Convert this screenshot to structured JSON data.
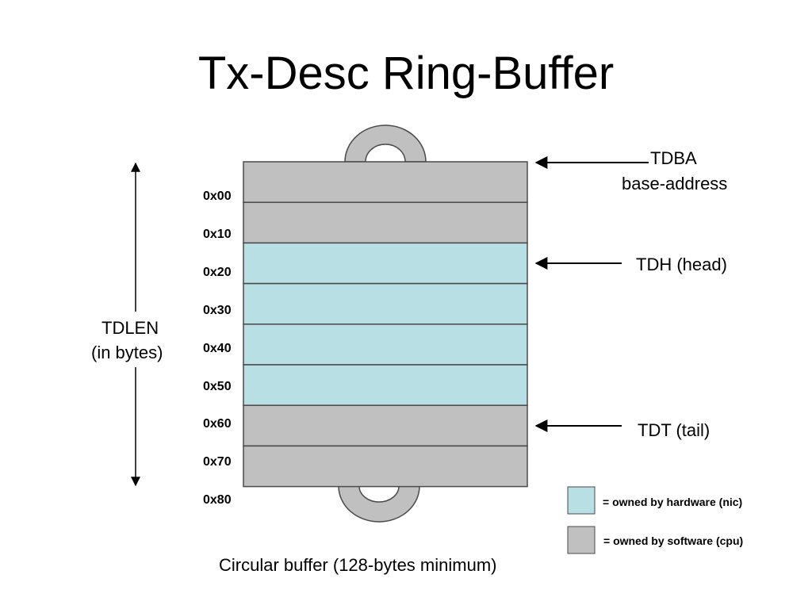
{
  "title": "Tx-Desc Ring-Buffer",
  "addresses": [
    "0x00",
    "0x10",
    "0x20",
    "0x30",
    "0x40",
    "0x50",
    "0x60",
    "0x70",
    "0x80"
  ],
  "descriptors": [
    {
      "owner": "software"
    },
    {
      "owner": "software"
    },
    {
      "owner": "hardware"
    },
    {
      "owner": "hardware"
    },
    {
      "owner": "hardware"
    },
    {
      "owner": "hardware"
    },
    {
      "owner": "software"
    },
    {
      "owner": "software"
    }
  ],
  "pointers": {
    "tdba_line1": "TDBA",
    "tdba_line2": "base-address",
    "tdh": "TDH (head)",
    "tdt": "TDT (tail)"
  },
  "tdlen": {
    "line1": "TDLEN",
    "line2": "(in bytes)"
  },
  "legend": {
    "hardware_text": "= owned by hardware (nic)",
    "software_text": "= owned by software (cpu)"
  },
  "caption": "Circular buffer (128-bytes minimum)",
  "colors": {
    "hardware": "#b8dfe3",
    "software": "#c0c0c0",
    "loop_fill": "#c0c0c0",
    "stroke": "#4a4a4a"
  }
}
